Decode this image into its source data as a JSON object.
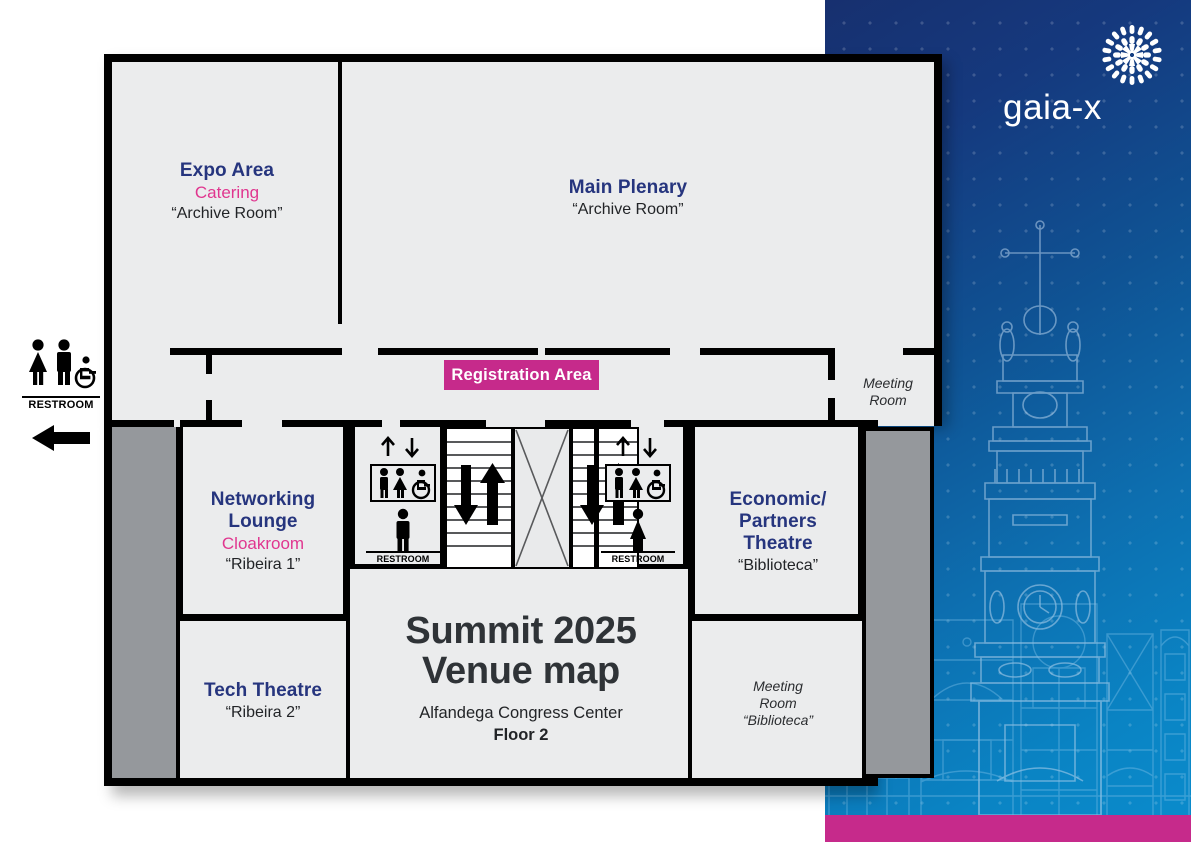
{
  "title": {
    "line1": "Summit 2025",
    "line2": "Venue map",
    "venue": "Alfandega Congress Center",
    "floor": "Floor 2"
  },
  "brand": {
    "logo_wordmark": "gaia-x",
    "accent_magenta": "#c62a8b",
    "navy": "#26357e",
    "pink": "#e0368f",
    "panel_blue_dark": "#17306f",
    "panel_blue_light": "#0a8ccd"
  },
  "rooms": [
    {
      "name": "Expo Area",
      "secondary": "Catering",
      "code": "“Archive Room”"
    },
    {
      "name": "Main Plenary",
      "secondary": "",
      "code": "“Archive Room”"
    },
    {
      "name": "Networking Lounge",
      "name_l1": "Networking",
      "name_l2": "Lounge",
      "secondary": "Cloakroom",
      "code": "“Ribeira 1”"
    },
    {
      "name": "Tech Theatre",
      "secondary": "",
      "code": "“Ribeira 2”"
    },
    {
      "name": "Economic/ Partners Theatre",
      "name_l1": "Economic/",
      "name_l2": "Partners",
      "name_l3": "Theatre",
      "secondary": "",
      "code": "“Biblioteca”"
    }
  ],
  "meeting_rooms": [
    {
      "l1": "Meeting",
      "l2": "Room",
      "code": ""
    },
    {
      "l1": "Meeting",
      "l2": "Room",
      "code": "“Biblioteca”"
    }
  ],
  "registration": {
    "label": "Registration Area"
  },
  "restrooms": {
    "exterior_label": "RESTROOM",
    "core_left_label": "RESTROOM",
    "core_right_label": "RESTROOM"
  },
  "icons": {
    "exterior_restroom": "restroom-icon",
    "exterior_arrow": "arrow-left-icon",
    "elevator": "elevator-icon",
    "stairs_up": "arrow-up-icon",
    "stairs_down": "arrow-down-icon",
    "accessible": "wheelchair-icon",
    "logo_burst": "gaia-x-burst-icon",
    "tower": "clerigos-tower-icon"
  }
}
